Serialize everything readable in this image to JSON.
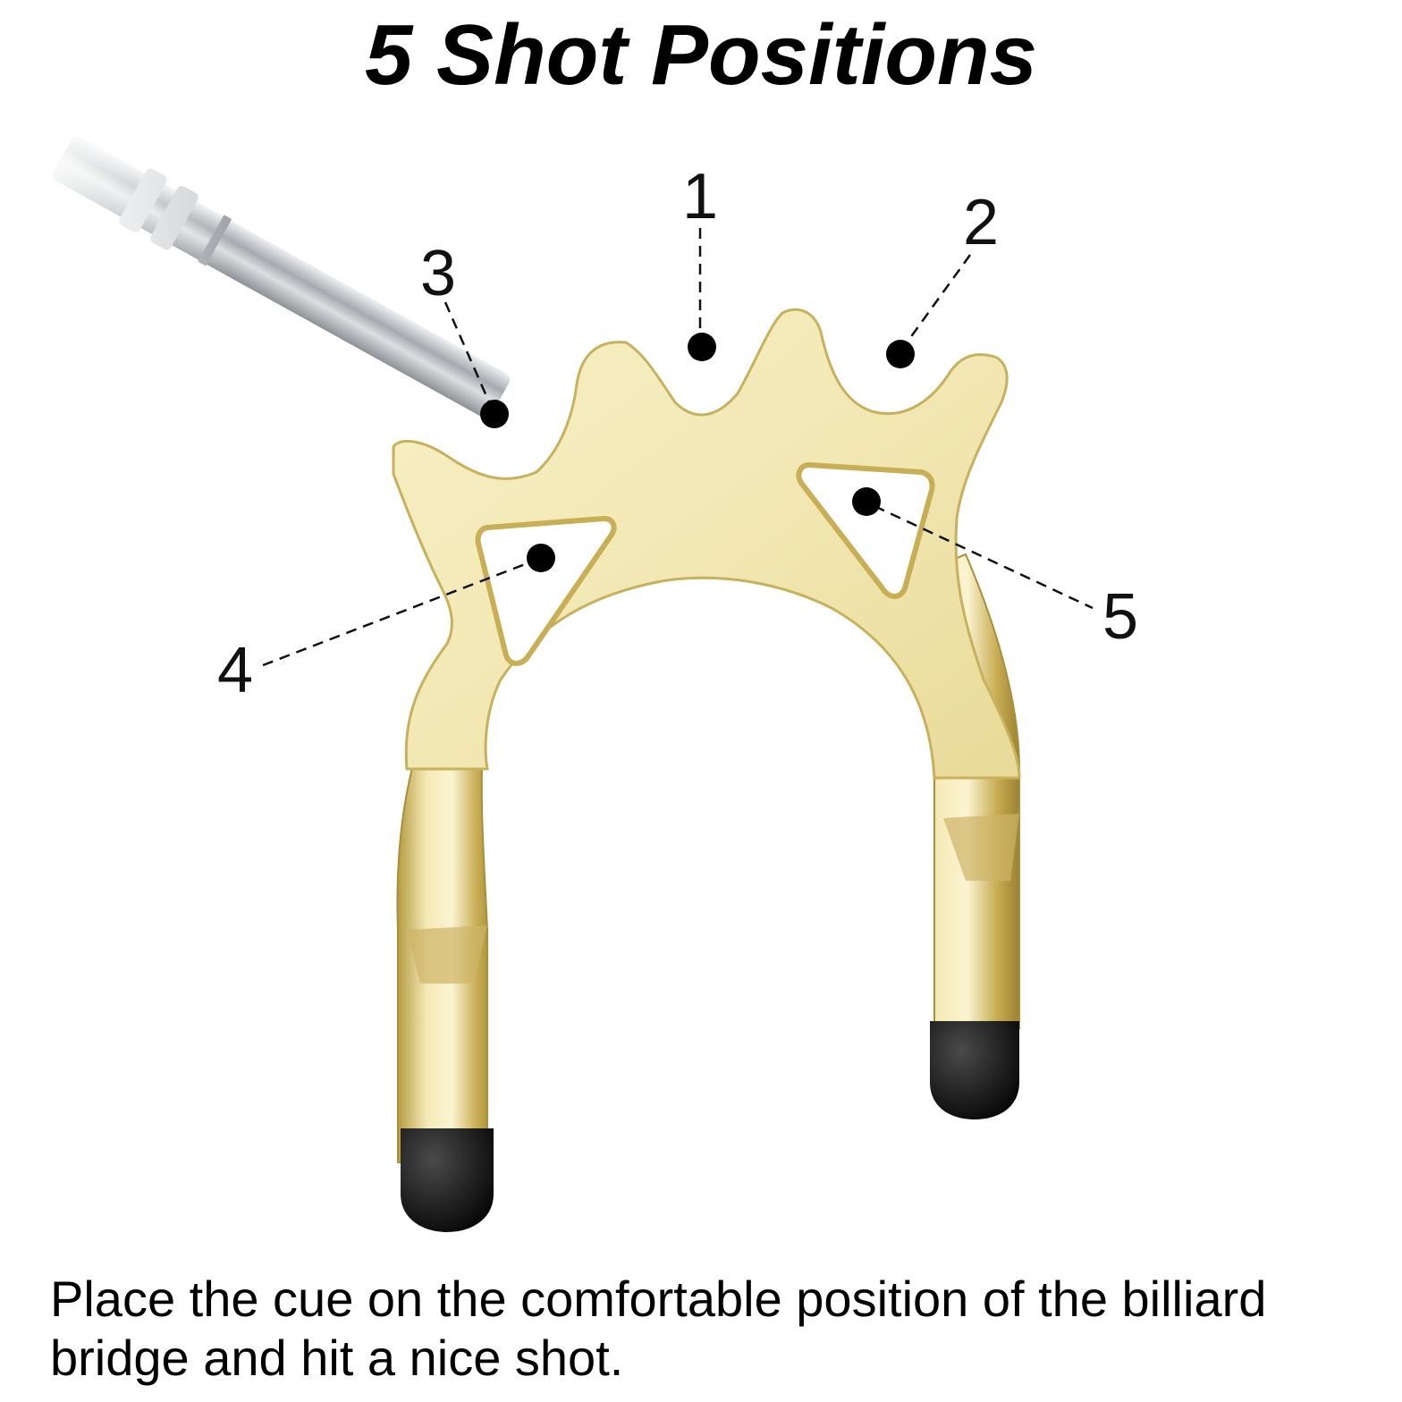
{
  "title": "5 Shot Positions",
  "positions": [
    {
      "number": "1"
    },
    {
      "number": "2"
    },
    {
      "number": "3"
    },
    {
      "number": "4"
    },
    {
      "number": "5"
    }
  ],
  "caption_line_1": "Place the cue on the comfortable position of the billiard",
  "caption_line_2": "bridge and hit a nice shot.",
  "colors": {
    "brass": "#f3eaba",
    "brass_edge": "#c9b35f",
    "shaft": "#c7c9cc",
    "cap": "#111111"
  }
}
